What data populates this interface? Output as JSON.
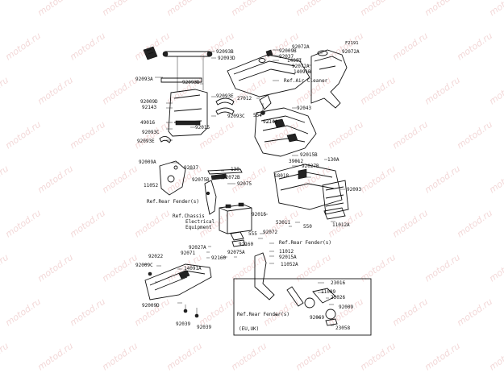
{
  "code": "F2191",
  "watermark": "motod.ru",
  "labels": {
    "92093A": "92093A",
    "92093B": "92093B",
    "92093D_top": "92093D",
    "92093D_mid": "92093D",
    "92093E": "92093E",
    "92009D": "92009D",
    "92143": "92143",
    "49016": "49016",
    "92015_top": "92015",
    "92093C_a": "92093C",
    "92093C_b": "92093C",
    "92093E_b": "92093E",
    "92009A": "92009A",
    "11052": "11052",
    "92072A_top": "92072A",
    "92009B": "92009B",
    "92037_top": "92037",
    "14091": "14091",
    "92072A_mid": "92072A",
    "14091B": "14091B",
    "air_cleaner": "Ref.Air Cleaner",
    "92072A_right": "92072A",
    "27012": "27012",
    "554": "554",
    "92144": "92144",
    "92043": "92043",
    "92015B": "92015B",
    "39012": "39012",
    "92027B": "92027B",
    "130A": "130A",
    "18018": "18018",
    "92037_b": "92037",
    "130": "130",
    "92075B": "92075B",
    "92072B": "92072B",
    "92075": "92075",
    "92093": "92093",
    "rear_fender": "Ref.Rear Fender(s)",
    "chassis_1": "Ref.Chassis",
    "chassis_2": "Electrical",
    "chassis_3": "Equipment",
    "92015_mid": "92015",
    "53011": "53011",
    "550": "550",
    "11012A": "11012A",
    "555": "555",
    "92072": "92072",
    "92027A": "92027A",
    "92160_a": "92160",
    "92075A": "92075A",
    "92071": "92071",
    "92160_b": "92160",
    "92022": "92022",
    "92009C": "92009C",
    "14091A": "14091A",
    "92009D_b": "92009D",
    "92039_a": "92039",
    "92039_b": "92039",
    "rear_fender_b": "Ref.Rear Fender(s)",
    "11012": "11012",
    "92015A": "92015A",
    "11052A": "11052A",
    "23016": "23016",
    "11009": "11009",
    "23026": "23026",
    "92009": "92009",
    "92069": "92069",
    "23058": "23058",
    "rear_fender_c": "Ref.Rear Fender(s)",
    "eu_uk": "(EU,UK)"
  }
}
